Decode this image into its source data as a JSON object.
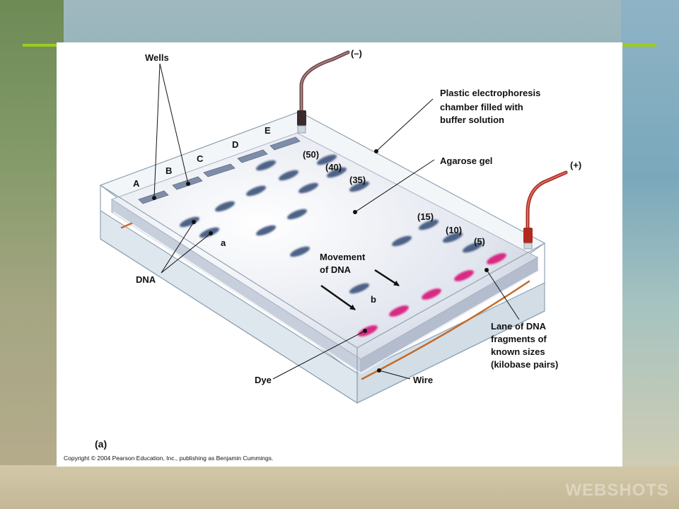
{
  "labels": {
    "wells": "Wells",
    "neg_electrode": "(–)",
    "pos_electrode": "(+)",
    "chamber": [
      "Plastic electrophoresis",
      "chamber filled with",
      "buffer solution"
    ],
    "agarose": "Agarose gel",
    "lane_a": "A",
    "lane_b": "B",
    "lane_c": "C",
    "lane_d": "D",
    "lane_e": "E",
    "size_50": "(50)",
    "size_40": "(40)",
    "size_35": "(35)",
    "size_15": "(15)",
    "size_10": "(10)",
    "size_5": "(5)",
    "band_a": "a",
    "band_b": "b",
    "movement": [
      "Movement",
      "of DNA"
    ],
    "dna": "DNA",
    "lane_known": [
      "Lane of DNA",
      "fragments of",
      "known sizes",
      "(kilobase pairs)"
    ],
    "dye": "Dye",
    "wire": "Wire",
    "panel": "(a)",
    "copyright": "Copyright © 2004 Pearson Education, Inc., publishing as Benjamin Cummings."
  },
  "colors": {
    "accent": "#9ccc22",
    "dna_band": "#4e6287",
    "dye_band": "#d82a84",
    "neg_wire": "#7d4f4f",
    "pos_wire": "#c0392b",
    "copper_wire": "#c46a2a"
  },
  "watermark": "WEBSHOTS"
}
